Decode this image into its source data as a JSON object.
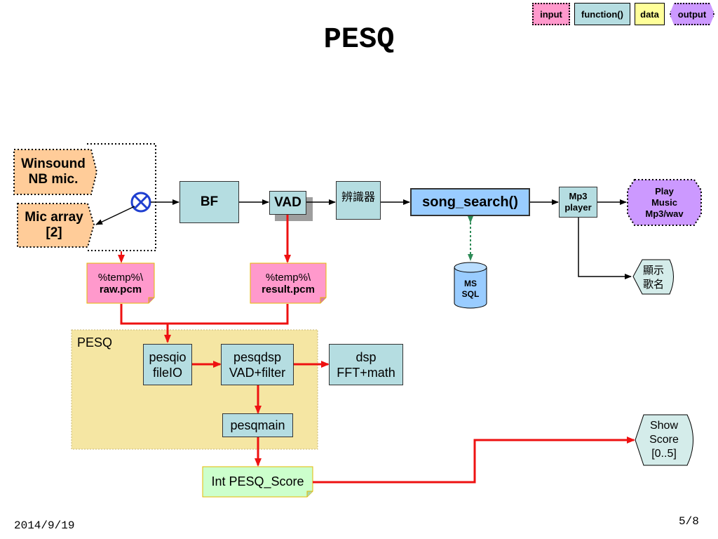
{
  "legend": {
    "input": "input",
    "function": "function()",
    "data": "data",
    "output": "output"
  },
  "title": "PESQ",
  "inputs": {
    "winsound": "Winsound\nNB mic.",
    "mic_array": "Mic array\n[2]"
  },
  "functions": {
    "bf": "BF",
    "vad": "VAD",
    "recognizer": "辨識器",
    "song_search": "song_search()",
    "mp3_player": "Mp3\nplayer"
  },
  "outputs": {
    "play_music": "Play\nMusic\nMp3/wav",
    "show_song_name": "顯示\n歌名",
    "show_score": "Show\nScore\n[0..5]"
  },
  "database": {
    "ms_sql": "MS\nSQL"
  },
  "data_files": {
    "raw": {
      "path": "%temp%\\",
      "name": "raw.pcm"
    },
    "result": {
      "path": "%temp%\\",
      "name": "result.pcm"
    }
  },
  "pesq_group": {
    "label": "PESQ",
    "pesqio": "pesqio\nfileIO",
    "pesqdsp": "pesqdsp\nVAD+filter",
    "dsp": "dsp\nFFT+math",
    "pesqmain": "pesqmain"
  },
  "score_output": "Int PESQ_Score",
  "footer": {
    "date": "2014/9/19",
    "page": "5/8"
  },
  "colors": {
    "input": "#ffcc99",
    "function": "#b5dde1",
    "data": "#ff99cc",
    "output": "#cc99ff",
    "legend_input": "#ff99cc",
    "legend_data": "#ffff99",
    "song_search": "#99ccff",
    "pesq_group": "#f5e6a3",
    "score": "#ccffcc",
    "arrow_red": "#ee1111",
    "arrow_green": "#2e8b57"
  }
}
